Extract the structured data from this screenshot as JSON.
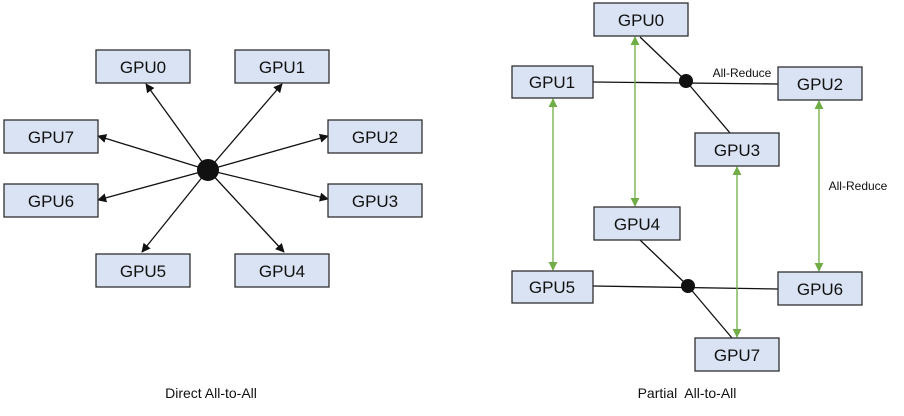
{
  "colors": {
    "node_fill": "#dae3f3",
    "node_stroke": "#2f2f2f",
    "black_line": "#111111",
    "green_line": "#70ad47"
  },
  "left_diagram": {
    "caption": "Direct All-to-All",
    "nodes": [
      "GPU0",
      "GPU1",
      "GPU7",
      "GPU2",
      "GPU6",
      "GPU3",
      "GPU5",
      "GPU4"
    ]
  },
  "right_diagram": {
    "caption": "Partial  All-to-All",
    "nodes": [
      "GPU0",
      "GPU1",
      "GPU2",
      "GPU3",
      "GPU4",
      "GPU5",
      "GPU6",
      "GPU7"
    ],
    "labels": {
      "top_all_reduce": "All-Reduce",
      "right_all_reduce": "All-Reduce"
    }
  }
}
